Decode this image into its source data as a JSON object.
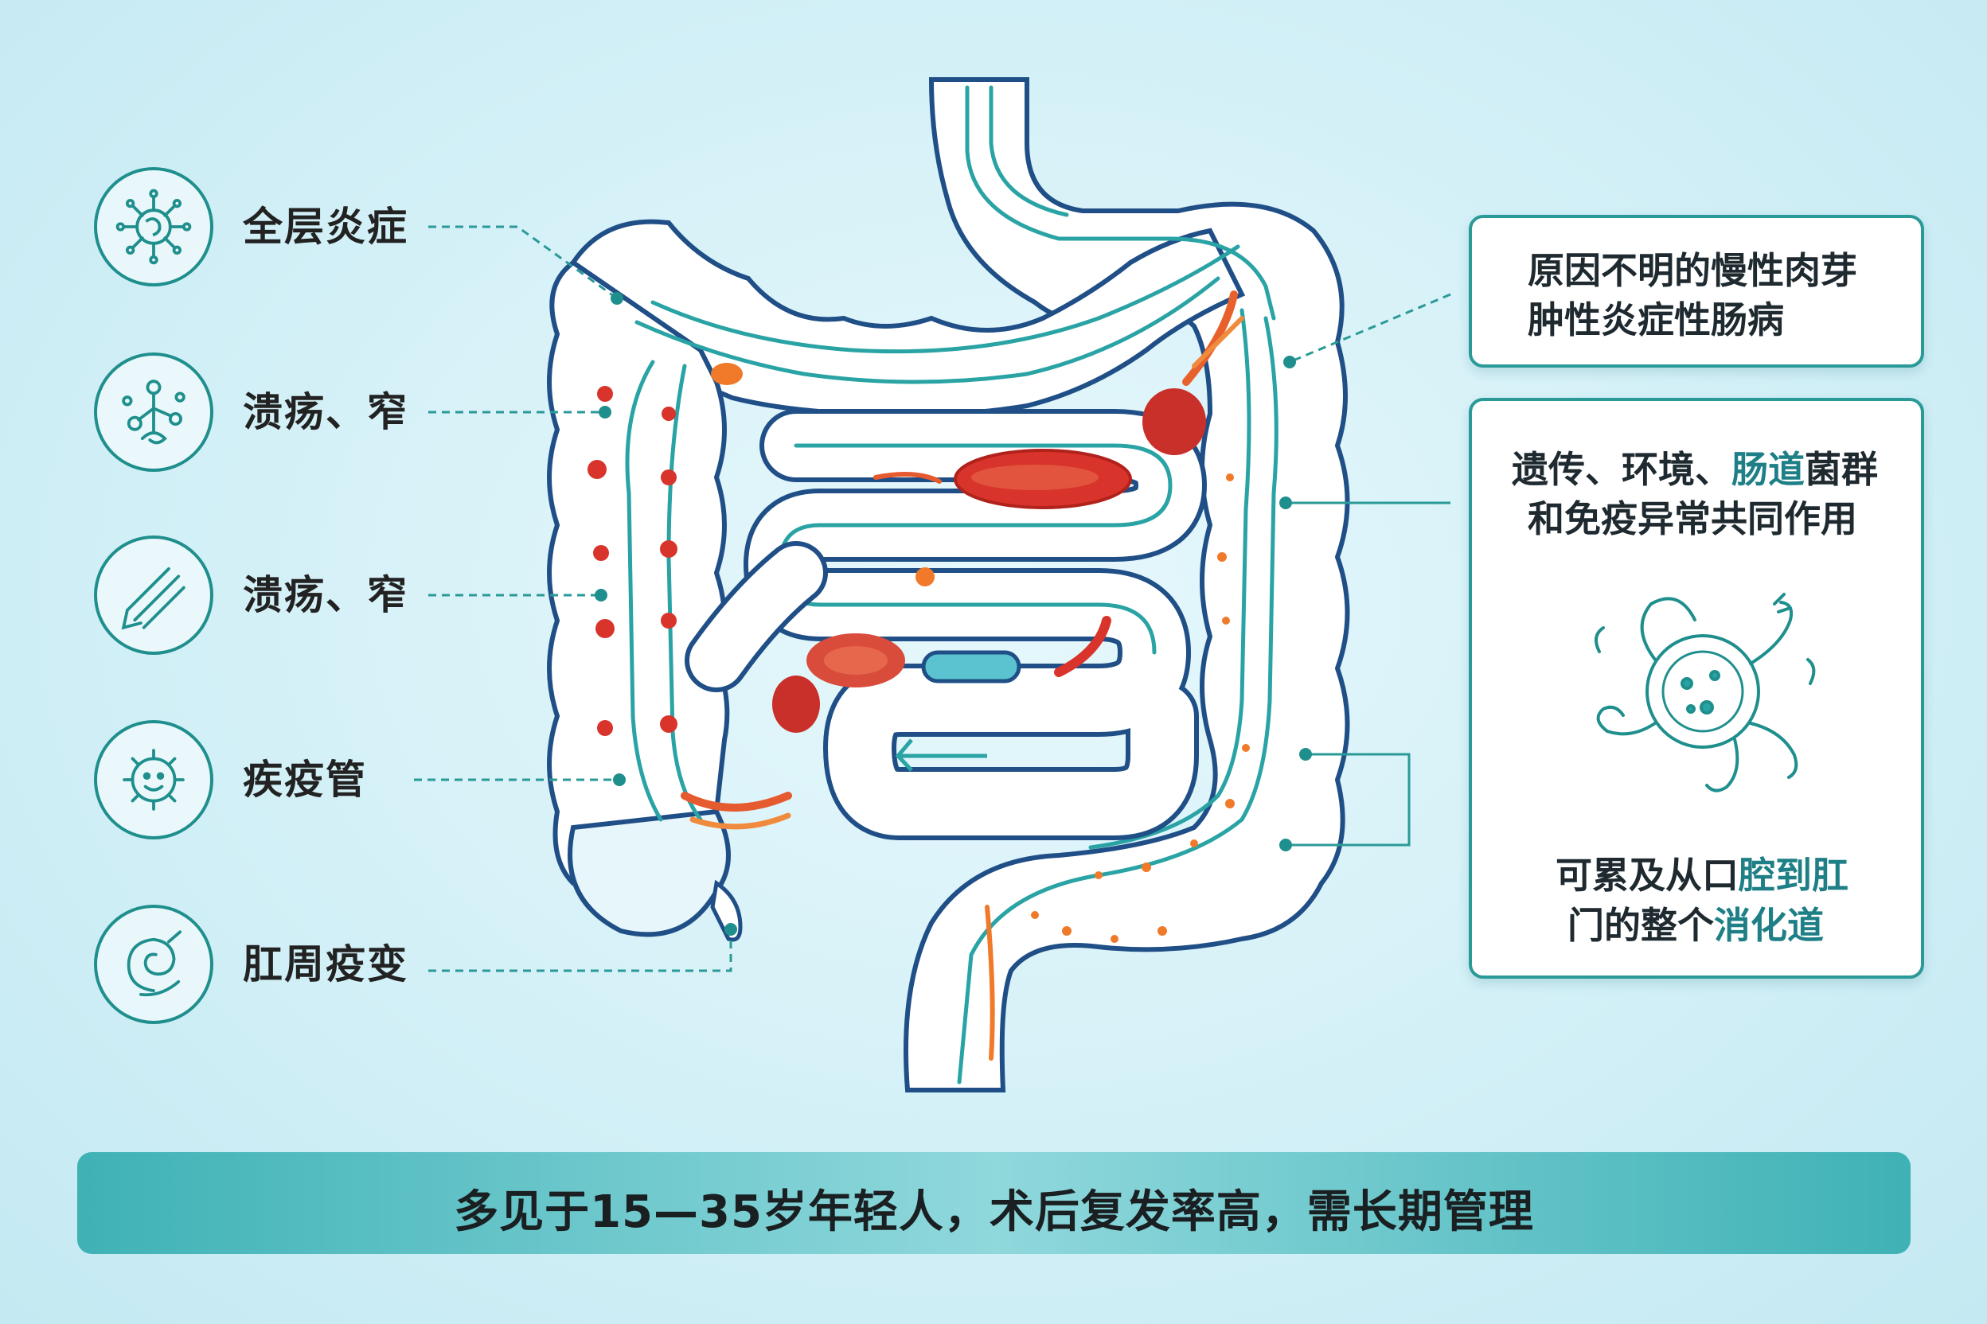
{
  "left_labels": [
    {
      "text": "全层炎症",
      "icon": "virus-globe-icon"
    },
    {
      "text": "溃疡、窄",
      "icon": "branching-cells-icon"
    },
    {
      "text": "溃疡、窄",
      "icon": "stripes-tool-icon"
    },
    {
      "text": "疾疫管",
      "icon": "smiling-microbe-icon"
    },
    {
      "text": "肛周疫变",
      "icon": "swirl-fistula-icon"
    }
  ],
  "right_top_card": {
    "line1": "原因不明的慢性肉芽",
    "line2": "肿性炎症性肠病"
  },
  "right_bottom_card": {
    "cause_line1_a": "遗传、环境、",
    "cause_line1_b": "肠道",
    "cause_line1_c": "菌群",
    "cause_line2": "和免疫异常共同作用",
    "icon": "microbiome-cell-icon",
    "scope_line1_a": "可累及从口",
    "scope_line1_b": "腔到肛",
    "scope_line2_a": "门的整个",
    "scope_line2_b": "消化道"
  },
  "banner": {
    "text": "多见于15—35岁年轻人，术后复发率高，需长期管理"
  },
  "colors": {
    "teal": "#1f8f8d",
    "navy_outline": "#1f4f86",
    "inflamed_red": "#d9342b",
    "orange": "#f07a2a",
    "banner": "#3fb2b6"
  }
}
